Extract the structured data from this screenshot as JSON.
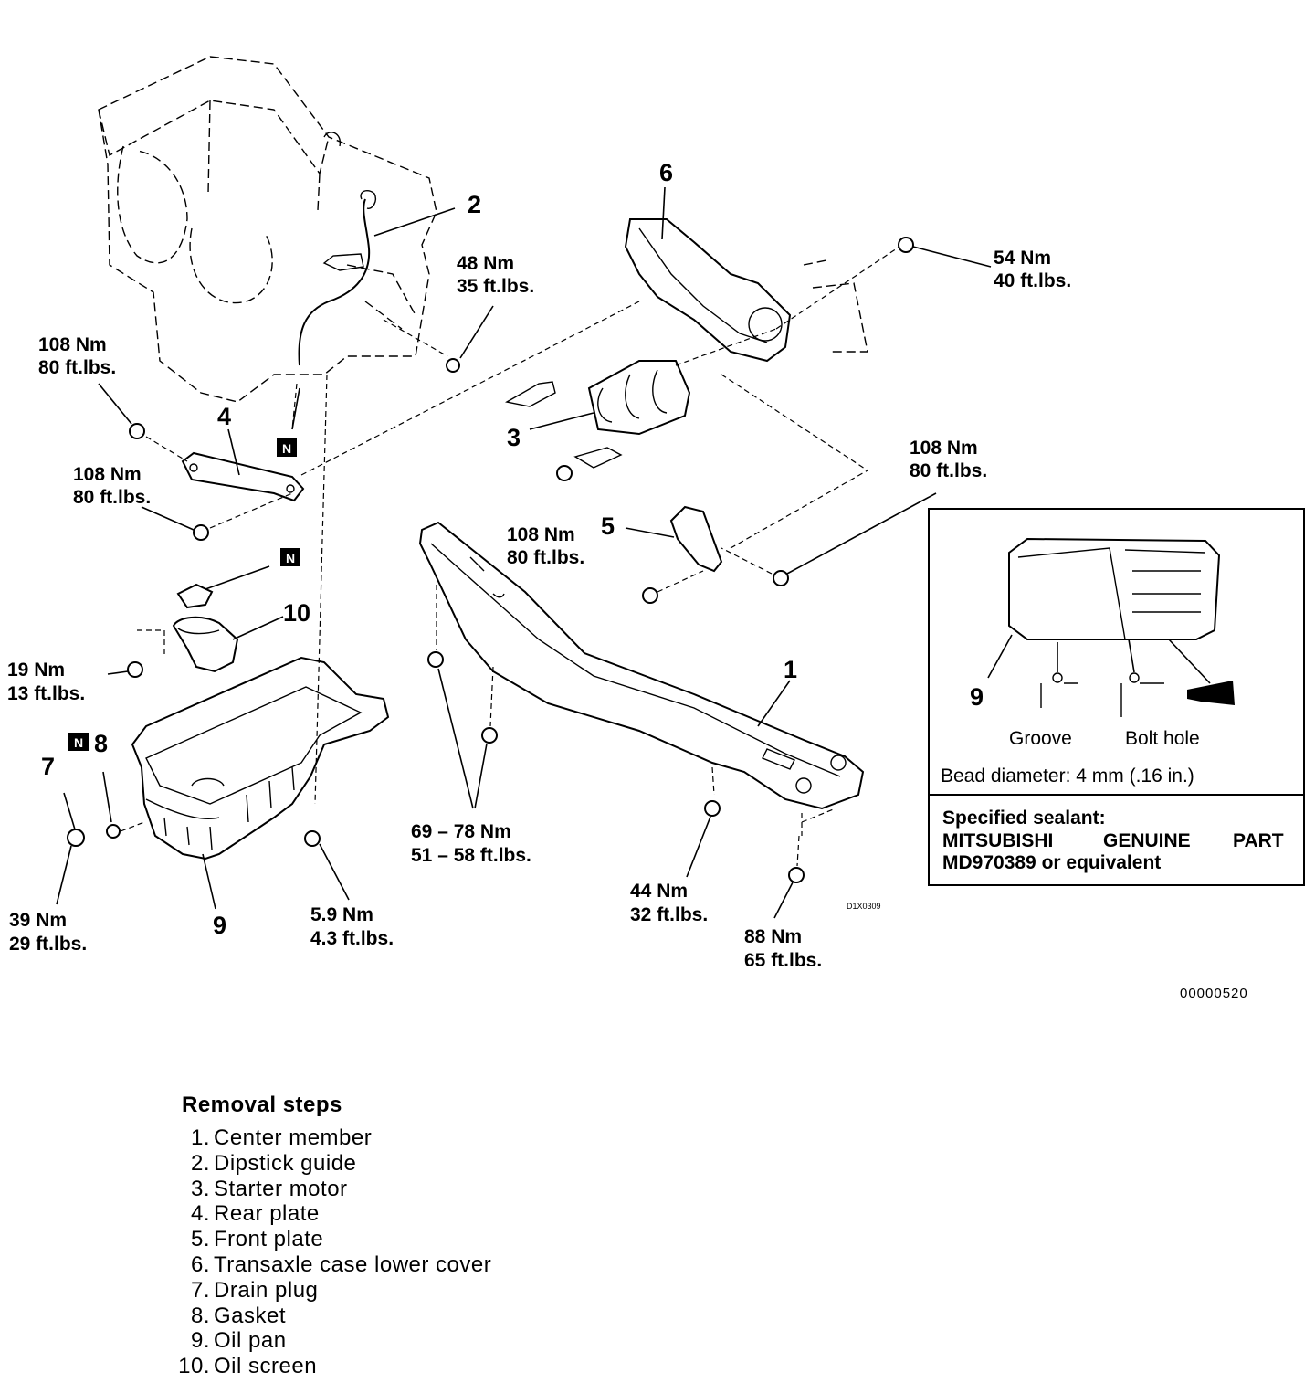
{
  "torque_labels": {
    "t48": {
      "nm": "48 Nm",
      "ft": "35 ft.lbs."
    },
    "t54": {
      "nm": "54 Nm",
      "ft": "40 ft.lbs."
    },
    "t108a": {
      "nm": "108 Nm",
      "ft": "80 ft.lbs."
    },
    "t108b": {
      "nm": "108 Nm",
      "ft": "80 ft.lbs."
    },
    "t108c": {
      "nm": "108 Nm",
      "ft": "80 ft.lbs."
    },
    "t108d": {
      "nm": "108 Nm",
      "ft": "80 ft.lbs."
    },
    "t19": {
      "nm": "19 Nm",
      "ft": "13 ft.lbs."
    },
    "t39": {
      "nm": "39 Nm",
      "ft": "29 ft.lbs."
    },
    "t59": {
      "nm": "5.9 Nm",
      "ft": "4.3 ft.lbs."
    },
    "t69": {
      "nm": "69 – 78 Nm",
      "ft": "51 – 58 ft.lbs."
    },
    "t44": {
      "nm": "44 Nm",
      "ft": "32 ft.lbs."
    },
    "t88": {
      "nm": "88 Nm",
      "ft": "65 ft.lbs."
    }
  },
  "part_callouts": {
    "p1": "1",
    "p2": "2",
    "p3": "3",
    "p4": "4",
    "p5": "5",
    "p6": "6",
    "p7": "7",
    "p8": "8",
    "p9": "9",
    "p10": "10",
    "box9": "9"
  },
  "n_marks": {
    "n1": "N",
    "n2": "N",
    "n3": "N"
  },
  "sealant_box": {
    "groove": "Groove",
    "bolt_hole": "Bolt hole",
    "bead": "Bead diameter: 4 mm (.16 in.)",
    "spec_line1": "Specified sealant:",
    "spec_line2a": "MITSUBISHI",
    "spec_line2b": "GENUINE",
    "spec_line2c": "PART",
    "spec_line3": "MD970389 or equivalent"
  },
  "figure_codes": {
    "small": "D1X0309",
    "main": "00000520"
  },
  "removal_steps": {
    "title": "Removal steps",
    "items": [
      {
        "num": "1.",
        "text": "Center member"
      },
      {
        "num": "2.",
        "text": "Dipstick guide"
      },
      {
        "num": "3.",
        "text": "Starter motor"
      },
      {
        "num": "4.",
        "text": "Rear plate"
      },
      {
        "num": "5.",
        "text": "Front plate"
      },
      {
        "num": "6.",
        "text": "Transaxle case lower cover"
      },
      {
        "num": "7.",
        "text": "Drain plug"
      },
      {
        "num": "8.",
        "text": "Gasket"
      },
      {
        "num": "9.",
        "text": "Oil pan"
      },
      {
        "num": "10.",
        "text": "Oil screen"
      }
    ]
  }
}
